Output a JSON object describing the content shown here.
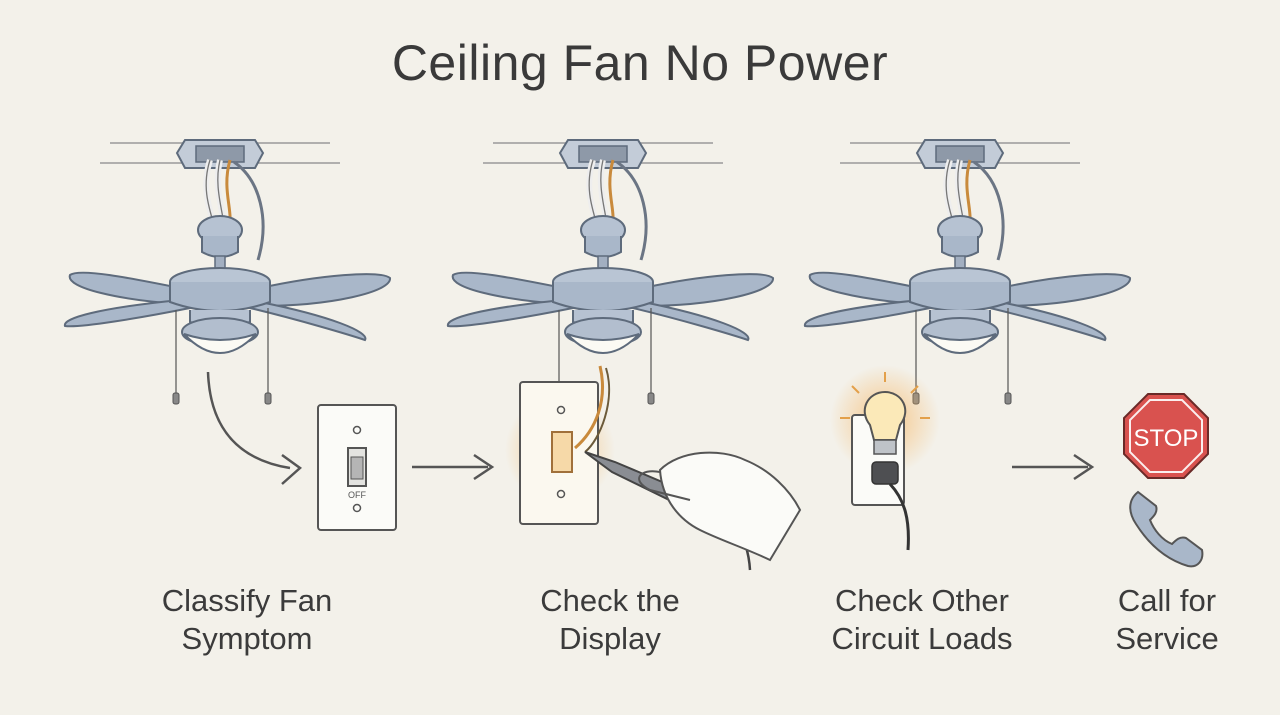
{
  "title": "Ceiling Fan No Power",
  "steps": [
    {
      "line1": "Classify Fan",
      "line2": "Symptom"
    },
    {
      "line1": "Check the",
      "line2": "Display"
    },
    {
      "line1": "Check Other",
      "line2": "Circuit Loads"
    },
    {
      "line1": "Call for",
      "line2": "Service"
    }
  ],
  "switch": {
    "off_text": "OFF"
  },
  "stop_sign": {
    "text": "STOP"
  },
  "colors": {
    "fan_body": "#a9b7c9",
    "fan_stroke": "#5e6b7c",
    "wire_orange": "#c98a3c",
    "glow": "#f5b25a",
    "stop_red": "#d9524f",
    "arrow": "#555555"
  }
}
